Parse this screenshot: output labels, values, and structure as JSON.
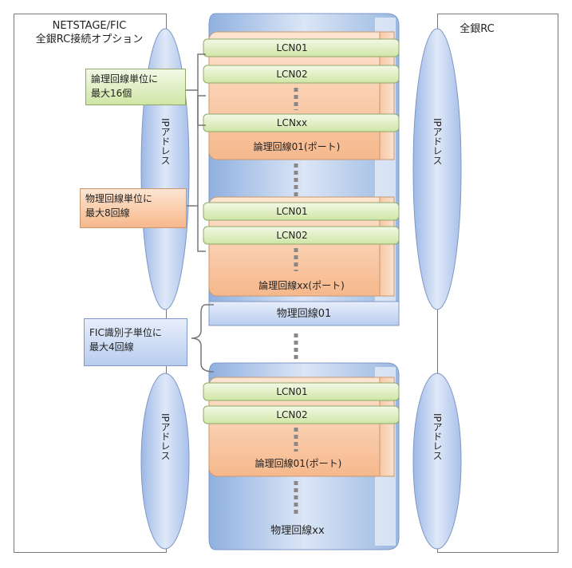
{
  "left_panel": {
    "title_line1": "NETSTAGE/FIC",
    "title_line2": "全銀RC接続オプション"
  },
  "right_panel": {
    "title": "全銀RC"
  },
  "ip_label": "IPアドレス",
  "lcn_labels": {
    "lcn01": "LCN01",
    "lcn02": "LCN02",
    "lcnxx": "LCNxx"
  },
  "logical_line_labels": {
    "first": "論理回線01(ポート)",
    "xx": "論理回線xx(ポート)"
  },
  "physical_line_labels": {
    "first": "物理回線01",
    "xx": "物理回線xx"
  },
  "notes": {
    "logical": {
      "line1": "論理回線単位に",
      "line2": "最大16個"
    },
    "physical": {
      "line1": "物理回線単位に",
      "line2": "最大8回線"
    },
    "fic": {
      "line1": "FIC識別子単位に",
      "line2": "最大4回線"
    }
  }
}
